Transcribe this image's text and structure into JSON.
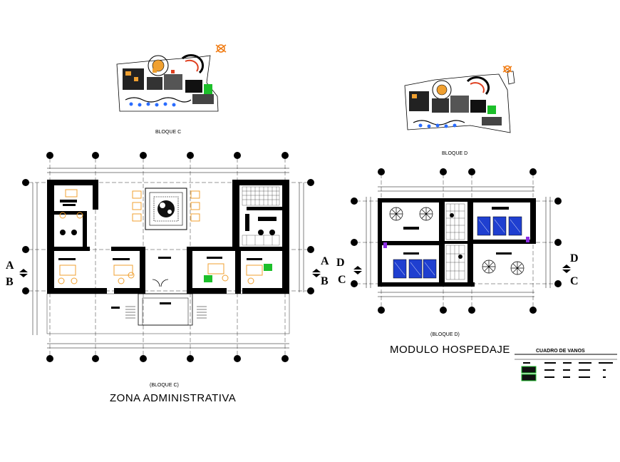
{
  "site_plans": {
    "left_caption": "BLOQUE C",
    "right_caption": "BLOQUE D"
  },
  "plan_left": {
    "subtitle": "(BLOQUE C)",
    "title": "ZONA ADMINISTRATIVA",
    "section_a": "A",
    "section_b": "B"
  },
  "plan_right": {
    "subtitle": "(BLOQUE D)",
    "title": "MODULO HOSPEDAJE",
    "section_d": "D",
    "section_c": "C"
  },
  "schedule": {
    "title": "CUADRO DE VANOS"
  },
  "colors": {
    "wall": "#000000",
    "furniture_orange": "#f0a030",
    "bed_blue": "#1f3fd0",
    "plant_green": "#1cbf2a",
    "accent_purple": "#8a2be2",
    "north_orange": "#f07a10"
  }
}
